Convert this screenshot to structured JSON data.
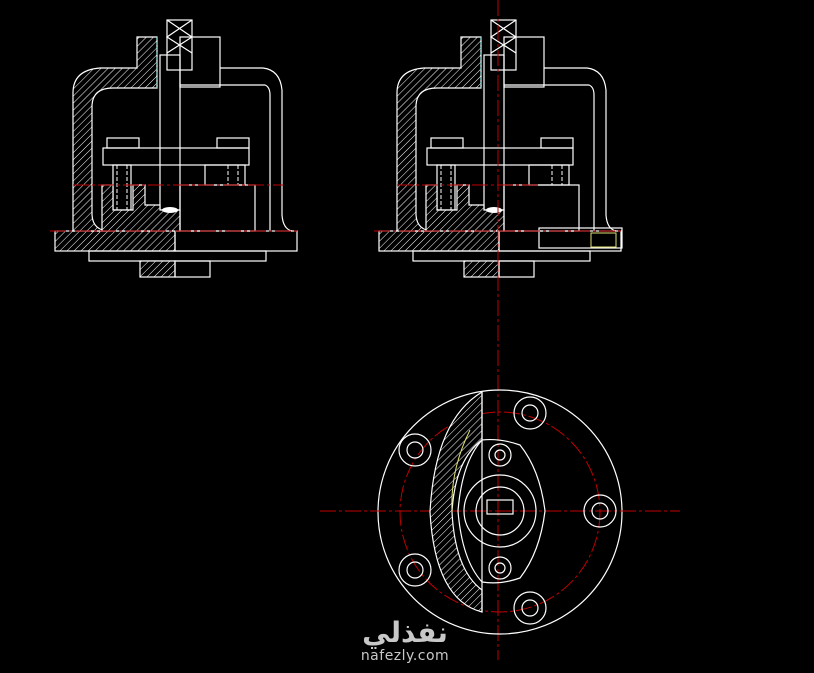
{
  "drawing": {
    "background": "#000000",
    "line_color": "#ffffff",
    "centerline_color": "#c00000",
    "views": [
      "front-section-view",
      "side-section-view",
      "top-view"
    ]
  },
  "watermark": {
    "arabic": "نفذلي",
    "domain": "nafezly.com"
  }
}
